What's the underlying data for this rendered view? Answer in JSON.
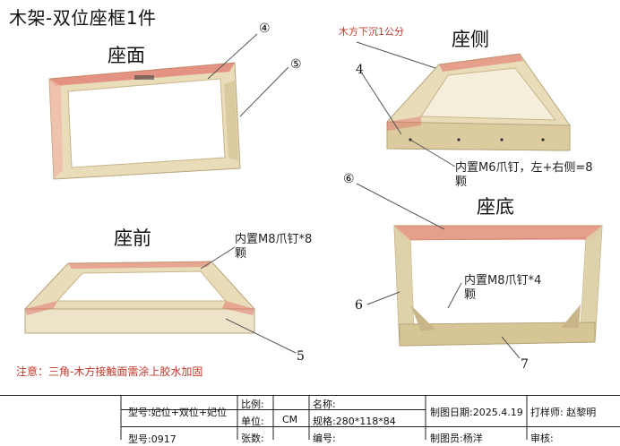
{
  "title": "木架-双位座框1件",
  "views": {
    "seat_face": "座面",
    "seat_side": "座侧",
    "seat_front": "座前",
    "seat_bottom": "座底"
  },
  "annotations": {
    "top_sink": "木方下沉1公分",
    "side_nails_line1": "内置M6爪钉，左+右侧=8",
    "side_nails_line2": "颗",
    "front_nails_line1": "内置M8爪钉*8",
    "front_nails_line2": "颗",
    "bottom_nails_line1": "内置M8爪钉*4",
    "bottom_nails_line2": "颗",
    "footer_note": "注意：三角-木方接触面需涂上胶水加固"
  },
  "callout_numbers": {
    "n4_circled": "④",
    "n5_circled": "⑤",
    "n6_circled": "⑥",
    "n4": "4",
    "n5": "5",
    "n6": "6",
    "n7": "7"
  },
  "title_block": {
    "model_line1": "型号:妃位+双位+妃位",
    "model_line2": "型号:0917",
    "scale_label": "比例:",
    "unit_label": "单位:",
    "unit_value": "CM",
    "qty_label": "张数:",
    "name_label": "名称:",
    "spec_label": "规格:280*118*84",
    "code_label": "编号:",
    "draw_date": "制图日期:2025.4.19",
    "drafter": "制图员:杨洋",
    "pattern_maker": "打样师: 赵黎明",
    "reviewer": "审核:"
  },
  "colors": {
    "wood": "#e9dcb8",
    "wood_dark": "#c9b58a",
    "red_mark": "#e05555",
    "text_red": "#c0392b"
  }
}
